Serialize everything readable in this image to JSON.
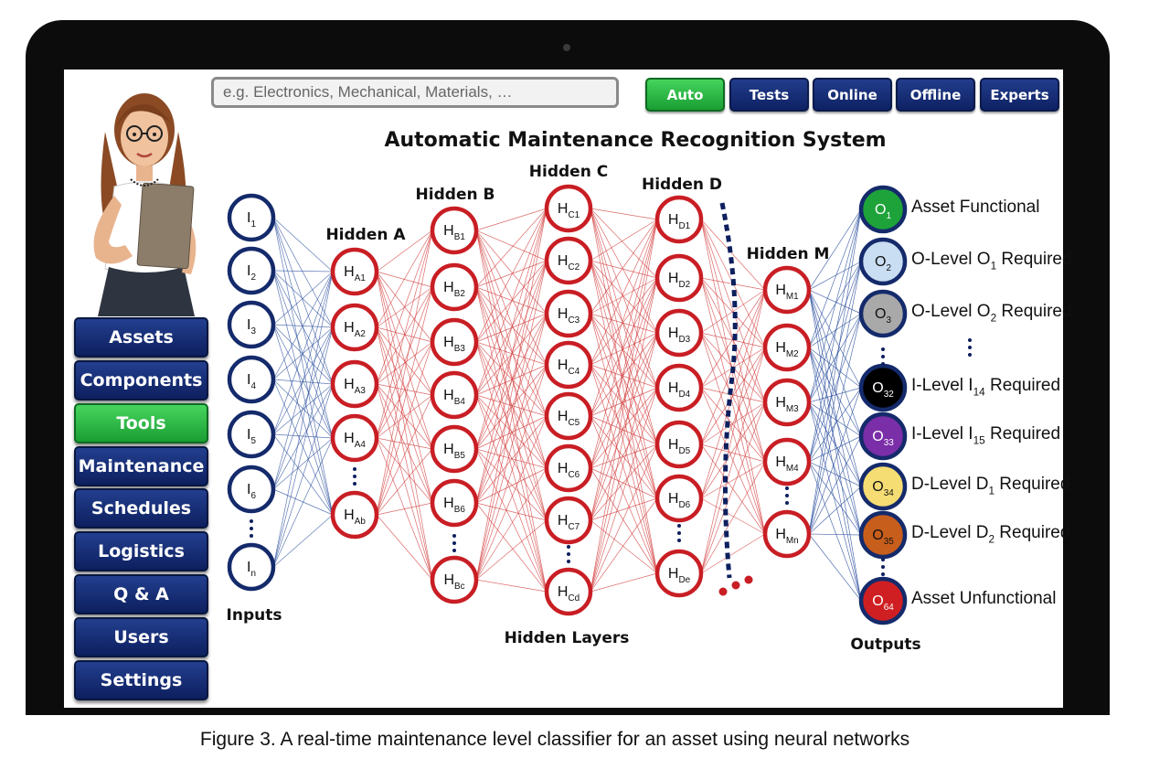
{
  "search": {
    "placeholder": "e.g. Electronics, Mechanical, Materials, …"
  },
  "top_buttons": [
    {
      "label": "Auto",
      "active": true
    },
    {
      "label": "Tests",
      "active": false
    },
    {
      "label": "Online",
      "active": false
    },
    {
      "label": "Offline",
      "active": false
    },
    {
      "label": "Experts",
      "active": false
    }
  ],
  "sidebar": [
    {
      "label": "Assets",
      "active": false
    },
    {
      "label": "Components",
      "active": false
    },
    {
      "label": "Tools",
      "active": true
    },
    {
      "label": "Maintenance",
      "active": false
    },
    {
      "label": "Schedules",
      "active": false
    },
    {
      "label": "Logistics",
      "active": false
    },
    {
      "label": "Q & A",
      "active": false
    },
    {
      "label": "Users",
      "active": false
    },
    {
      "label": "Settings",
      "active": false
    }
  ],
  "diagram": {
    "title": "Automatic Maintenance Recognition System",
    "hidden_layers_label": "Hidden Layers",
    "inputs": {
      "label": "Inputs",
      "nodes": [
        [
          "I",
          "1"
        ],
        [
          "I",
          "2"
        ],
        [
          "I",
          "3"
        ],
        [
          "I",
          "4"
        ],
        [
          "I",
          "5"
        ],
        [
          "I",
          "6"
        ],
        [
          "I",
          "n"
        ]
      ]
    },
    "hidden": [
      {
        "label": "Hidden A",
        "nodes": [
          [
            "H",
            "A1"
          ],
          [
            "H",
            "A2"
          ],
          [
            "H",
            "A3"
          ],
          [
            "H",
            "A4"
          ],
          [
            "H",
            "Ab"
          ]
        ]
      },
      {
        "label": "Hidden B",
        "nodes": [
          [
            "H",
            "B1"
          ],
          [
            "H",
            "B2"
          ],
          [
            "H",
            "B3"
          ],
          [
            "H",
            "B4"
          ],
          [
            "H",
            "B5"
          ],
          [
            "H",
            "B6"
          ],
          [
            "H",
            "Bc"
          ]
        ]
      },
      {
        "label": "Hidden C",
        "nodes": [
          [
            "H",
            "C1"
          ],
          [
            "H",
            "C2"
          ],
          [
            "H",
            "C3"
          ],
          [
            "H",
            "C4"
          ],
          [
            "H",
            "C5"
          ],
          [
            "H",
            "C6"
          ],
          [
            "H",
            "C7"
          ],
          [
            "H",
            "Cd"
          ]
        ]
      },
      {
        "label": "Hidden D",
        "nodes": [
          [
            "H",
            "D1"
          ],
          [
            "H",
            "D2"
          ],
          [
            "H",
            "D3"
          ],
          [
            "H",
            "D4"
          ],
          [
            "H",
            "D5"
          ],
          [
            "H",
            "D6"
          ],
          [
            "H",
            "De"
          ]
        ]
      },
      {
        "label": "Hidden M",
        "nodes": [
          [
            "H",
            "M1"
          ],
          [
            "H",
            "M2"
          ],
          [
            "H",
            "M3"
          ],
          [
            "H",
            "M4"
          ],
          [
            "H",
            "Mn"
          ]
        ]
      }
    ],
    "outputs": {
      "label": "Outputs",
      "nodes": [
        {
          "sym": [
            "O",
            "1"
          ],
          "fill": "#1ea33a",
          "text": [
            "Asset Functional"
          ]
        },
        {
          "sym": [
            "O",
            "2"
          ],
          "fill": "#c9ddf3",
          "text": [
            "O-Level O",
            "1",
            " Required"
          ]
        },
        {
          "sym": [
            "O",
            "3"
          ],
          "fill": "#a9a9a9",
          "text": [
            "O-Level O",
            "2",
            " Required"
          ]
        },
        {
          "sym": [
            "O",
            "32"
          ],
          "fill": "#000000",
          "text": [
            "I-Level I",
            "14",
            " Required"
          ]
        },
        {
          "sym": [
            "O",
            "33"
          ],
          "fill": "#7a2ea8",
          "text": [
            "I-Level I",
            "15",
            " Required"
          ]
        },
        {
          "sym": [
            "O",
            "34"
          ],
          "fill": "#f6dd73",
          "text": [
            "D-Level D",
            "1",
            " Required"
          ]
        },
        {
          "sym": [
            "O",
            "35"
          ],
          "fill": "#c85e1c",
          "text": [
            "D-Level D",
            "2",
            " Required"
          ]
        },
        {
          "sym": [
            "O",
            "64"
          ],
          "fill": "#d01f22",
          "text": [
            "Asset Unfunctional"
          ]
        }
      ]
    },
    "colors": {
      "input_ring": "#142a6b",
      "hidden_ring": "#c81e24",
      "blue_edge": "#2b4f9e",
      "red_edge": "#d13a3a",
      "dots": "#0d1f5e"
    }
  },
  "caption": "Figure 3. A real-time maintenance level classifier for an asset using neural networks"
}
